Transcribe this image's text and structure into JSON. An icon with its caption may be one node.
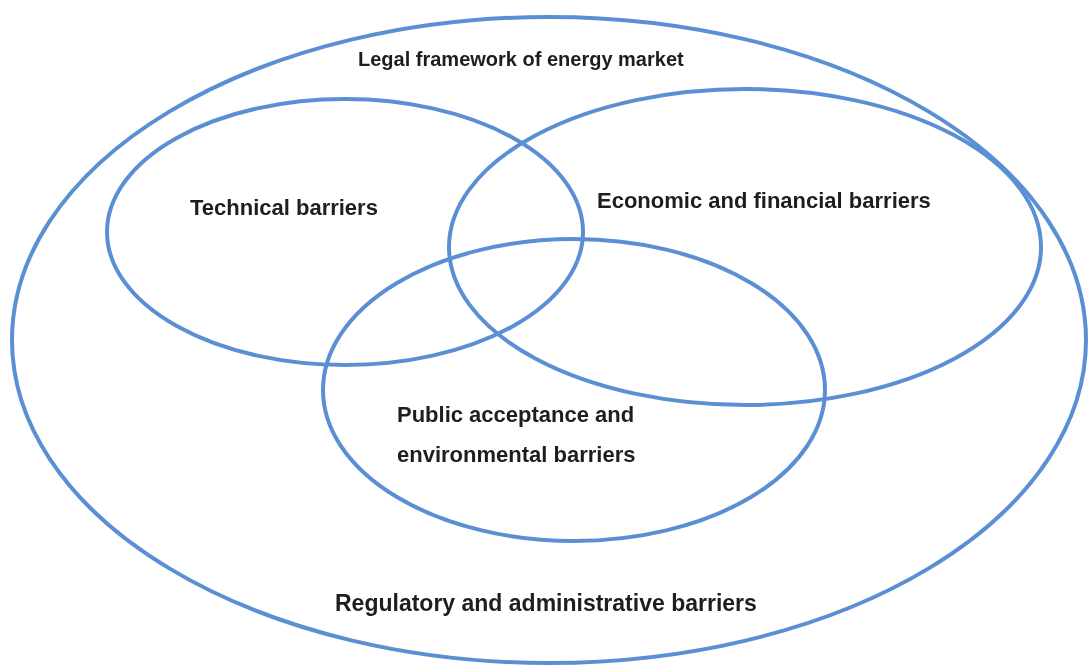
{
  "diagram": {
    "nodes": [
      {
        "text": [
          "Legal framework of energy market",
          "Regulatory and administrative barriers"
        ]
      },
      {
        "text": [
          "Technical barriers"
        ],
        "in": 0
      },
      {
        "text": [
          "Economic and financial barriers"
        ],
        "in": 0
      },
      {
        "text": [
          "Public acceptance and environmental barriers"
        ],
        "in": 0
      }
    ],
    "edges": []
  }
}
